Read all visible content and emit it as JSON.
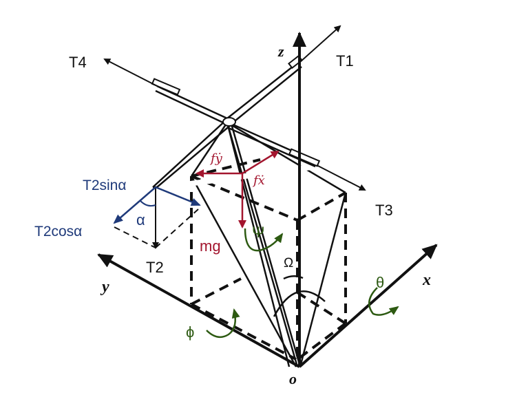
{
  "colors": {
    "black": "#111111",
    "force_red": "#a3152e",
    "tension_blue": "#1f3a7a",
    "rotation_green": "#2d5a12"
  },
  "labels": {
    "T1": "T1",
    "T2": "T2",
    "T3": "T3",
    "T4": "T4",
    "T2sin": "T2sinα",
    "T2cos": "T2cosα",
    "alpha": "α",
    "mg": "mg",
    "fy": "fẏ",
    "fx": "fẋ",
    "psi": "Ψ",
    "omega": "Ω",
    "theta": "θ",
    "phi": "ϕ",
    "axis_x": "x",
    "axis_y": "y",
    "axis_z": "z",
    "origin": "o"
  }
}
